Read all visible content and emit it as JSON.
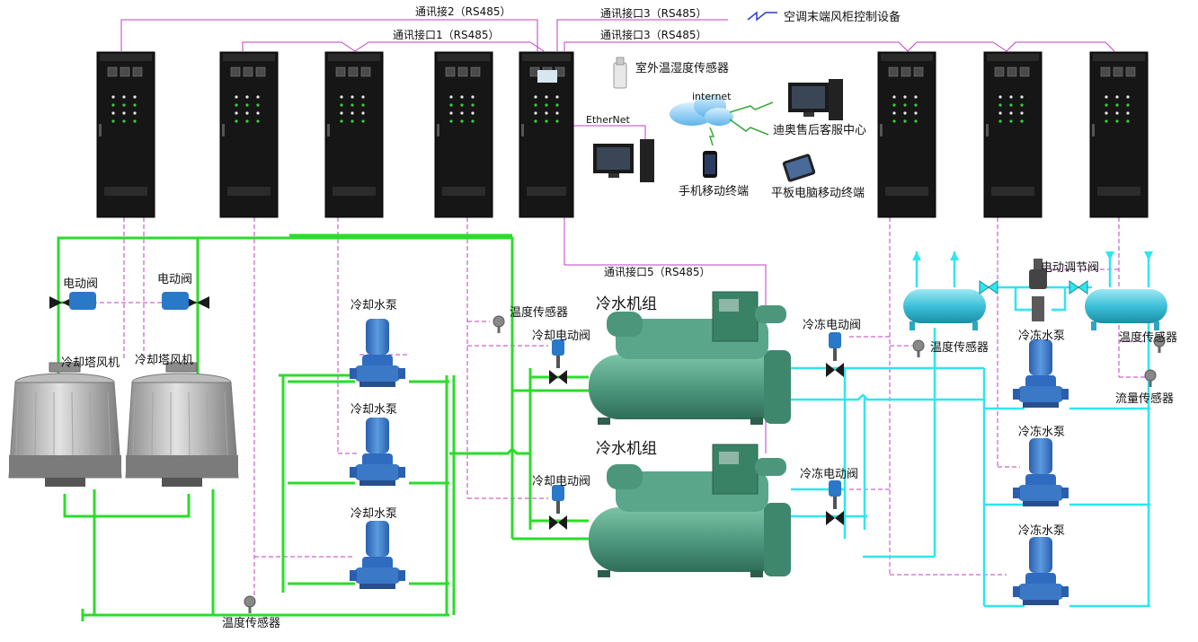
{
  "comm": {
    "port2": "通讯接2（RS485）",
    "port1": "通讯接口1（RS485）",
    "port3_top": "通讯接口3（RS485）",
    "port3_bottom": "通讯接口3（RS485）",
    "port5": "通讯接口5（RS485）",
    "ahu_control": "空调末端风柜控制设备",
    "ethernet": "EtherNet",
    "internet": "internet"
  },
  "devices": {
    "outdoor_sensor": "室外温湿度传感器",
    "service_center": "迪奥售后客服中心",
    "mobile_terminal": "手机移动终端",
    "tablet_terminal": "平板电脑移动终端"
  },
  "labels": {
    "motor_valve_left": "电动阀",
    "motor_valve_right": "电动阀",
    "tower_fan_left": "冷却塔风机",
    "tower_fan_right": "冷却塔风机",
    "cooling_pump_1": "冷却水泵",
    "cooling_pump_2": "冷却水泵",
    "cooling_pump_3": "冷却水泵",
    "temp_sensor_top": "温度传感器",
    "temp_sensor_bottom": "温度传感器",
    "temp_sensor_chilled": "温度传感器",
    "temp_sensor_right": "温度传感器",
    "chiller_1": "冷水机组",
    "chiller_2": "冷水机组",
    "cooling_valve_1": "冷却电动阀",
    "cooling_valve_2": "冷却电动阀",
    "chilled_valve_1": "冷冻电动阀",
    "chilled_valve_2": "冷冻电动阀",
    "chilled_pump_1": "冷冻水泵",
    "chilled_pump_2": "冷冻水泵",
    "chilled_pump_3": "冷冻水泵",
    "regulating_valve": "电动调节阀",
    "flow_sensor": "流量传感器"
  },
  "colors": {
    "cooling_pipe": "#2bdc2b",
    "chilled_pipe": "#2ee6ee",
    "signal_line": "#c23cc2",
    "cabinet": "#141414",
    "chiller_body": "#4f9a80",
    "pump": "#3b78c6",
    "header_tank": "#3cc0d8"
  }
}
